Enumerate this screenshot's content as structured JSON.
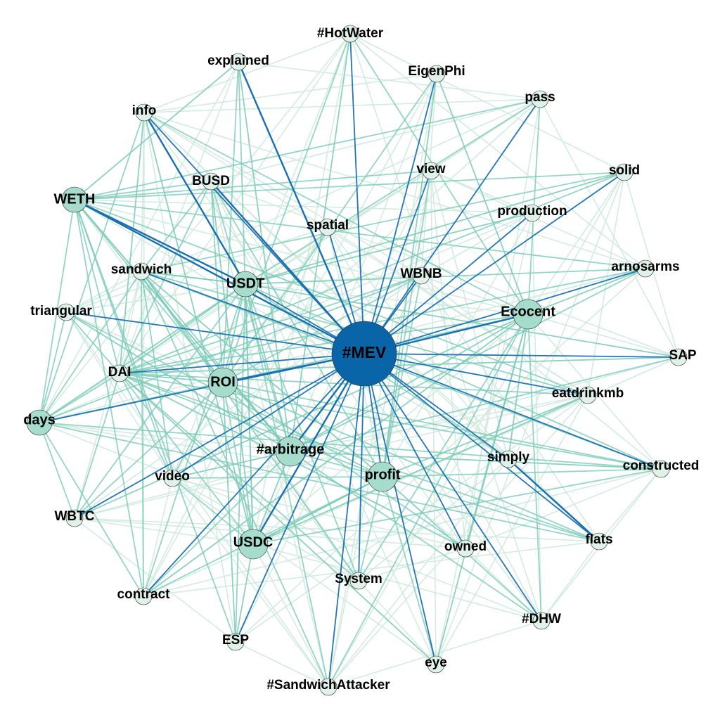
{
  "graph": {
    "hub": "#MEV",
    "colors": {
      "hub_node": "#0a64a8",
      "strong_edge": "#1a6fb0",
      "medium_edge": "#7ccbb8",
      "light_edge": "#cfe9de",
      "node_fill": "#a6dccb",
      "small_node_fill": "#dff1e8"
    },
    "nodes": [
      {
        "id": "#MEV",
        "size": "hub"
      },
      {
        "id": "#HotWater",
        "size": "small"
      },
      {
        "id": "explained",
        "size": "small"
      },
      {
        "id": "EigenPhi",
        "size": "small"
      },
      {
        "id": "info",
        "size": "small"
      },
      {
        "id": "pass",
        "size": "small"
      },
      {
        "id": "BUSD",
        "size": "small"
      },
      {
        "id": "view",
        "size": "small"
      },
      {
        "id": "solid",
        "size": "small"
      },
      {
        "id": "WETH",
        "size": "medium"
      },
      {
        "id": "production",
        "size": "small"
      },
      {
        "id": "spatial",
        "size": "small"
      },
      {
        "id": "sandwich",
        "size": "small"
      },
      {
        "id": "USDT",
        "size": "medium"
      },
      {
        "id": "WBNB",
        "size": "small"
      },
      {
        "id": "arnosarms",
        "size": "small"
      },
      {
        "id": "triangular",
        "size": "small"
      },
      {
        "id": "Ecocent",
        "size": "large"
      },
      {
        "id": "SAP",
        "size": "small"
      },
      {
        "id": "DAI",
        "size": "small"
      },
      {
        "id": "ROI",
        "size": "large"
      },
      {
        "id": "eatdrinkmb",
        "size": "small"
      },
      {
        "id": "days",
        "size": "medium"
      },
      {
        "id": "#arbitrage",
        "size": "large"
      },
      {
        "id": "simply",
        "size": "small"
      },
      {
        "id": "constructed",
        "size": "small"
      },
      {
        "id": "video",
        "size": "small"
      },
      {
        "id": "profit",
        "size": "large"
      },
      {
        "id": "WBTC",
        "size": "small"
      },
      {
        "id": "USDC",
        "size": "large"
      },
      {
        "id": "owned",
        "size": "small"
      },
      {
        "id": "flats",
        "size": "small"
      },
      {
        "id": "System",
        "size": "small"
      },
      {
        "id": "contract",
        "size": "small"
      },
      {
        "id": "#DHW",
        "size": "small"
      },
      {
        "id": "ESP",
        "size": "small"
      },
      {
        "id": "eye",
        "size": "small"
      },
      {
        "id": "#SandwichAttacker",
        "size": "small"
      }
    ]
  }
}
